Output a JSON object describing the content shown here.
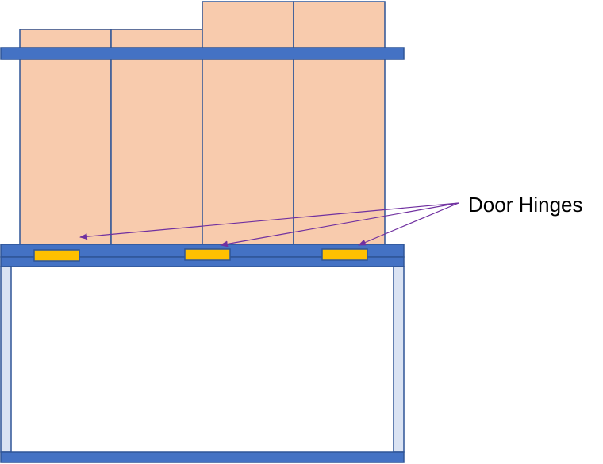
{
  "callout": {
    "label": "Door Hinges"
  },
  "colors": {
    "door_fill": "#F8CBAD",
    "door_stroke": "#2F5597",
    "rail_fill": "#4472C4",
    "rail_stroke": "#2F5597",
    "post_fill": "#DAE3F3",
    "hinge_fill": "#FFC000",
    "hinge_stroke": "#2F5597",
    "arrow_color": "#7030A0"
  },
  "icons": {
    "door": "rectangle",
    "hinge": "small-rectangle",
    "pointer": "arrow"
  }
}
